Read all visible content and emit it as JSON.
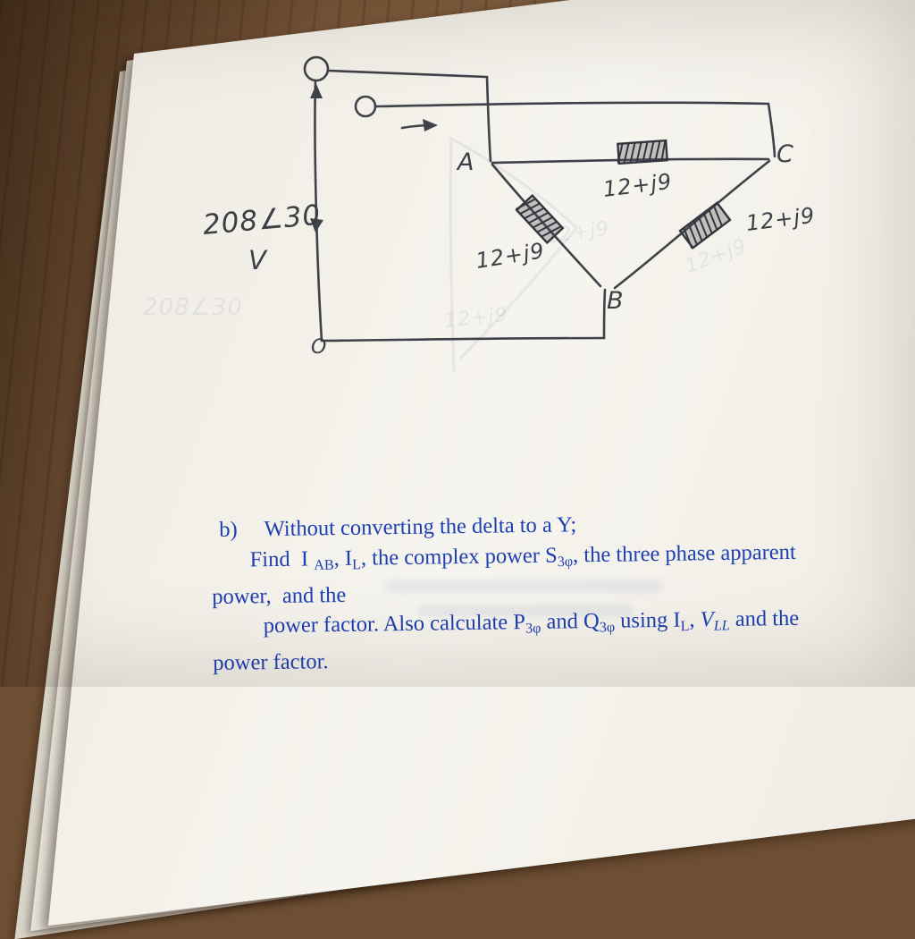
{
  "colors": {
    "wood": "#7a573a",
    "paper": "#f3f1ea",
    "ink": "#3c4046",
    "question_text": "#1e3fb2"
  },
  "circuit": {
    "source": {
      "value": "208∠30",
      "unit": "V"
    },
    "nodes": {
      "a": "A",
      "b": "B",
      "c": "C",
      "o": "O"
    },
    "impedances": {
      "ca": "12+j9",
      "ab": "12+j9",
      "bc": "12+j9"
    }
  },
  "question": {
    "lines": [
      {
        "parts": [
          {
            "t": "b)",
            "s": "gap"
          },
          {
            "t": "Without converting the delta to a Y;",
            "s": "n"
          }
        ]
      },
      {
        "parts": [
          {
            "t": "Find  I ",
            "s": "n"
          },
          {
            "t": "AB",
            "s": "sub"
          },
          {
            "t": ", I",
            "s": "n"
          },
          {
            "t": "L",
            "s": "sub"
          },
          {
            "t": ", the complex power S",
            "s": "n"
          },
          {
            "t": "3φ",
            "s": "sub"
          },
          {
            "t": ", the three phase apparent",
            "s": "n"
          }
        ]
      },
      {
        "parts": [
          {
            "t": "power,  and the",
            "s": "n"
          }
        ]
      },
      {
        "parts": [
          {
            "t": "power factor. Also calculate P",
            "s": "n"
          },
          {
            "t": "3φ",
            "s": "sub"
          },
          {
            "t": " and Q",
            "s": "n"
          },
          {
            "t": "3φ",
            "s": "sub"
          },
          {
            "t": " using I",
            "s": "n"
          },
          {
            "t": "L",
            "s": "sub"
          },
          {
            "t": ", ",
            "s": "n"
          },
          {
            "t": "V",
            "s": "i"
          },
          {
            "t": "LL",
            "s": "isub"
          },
          {
            "t": " and the",
            "s": "n"
          }
        ]
      },
      {
        "parts": [
          {
            "t": "power factor.",
            "s": "n"
          }
        ]
      }
    ]
  }
}
